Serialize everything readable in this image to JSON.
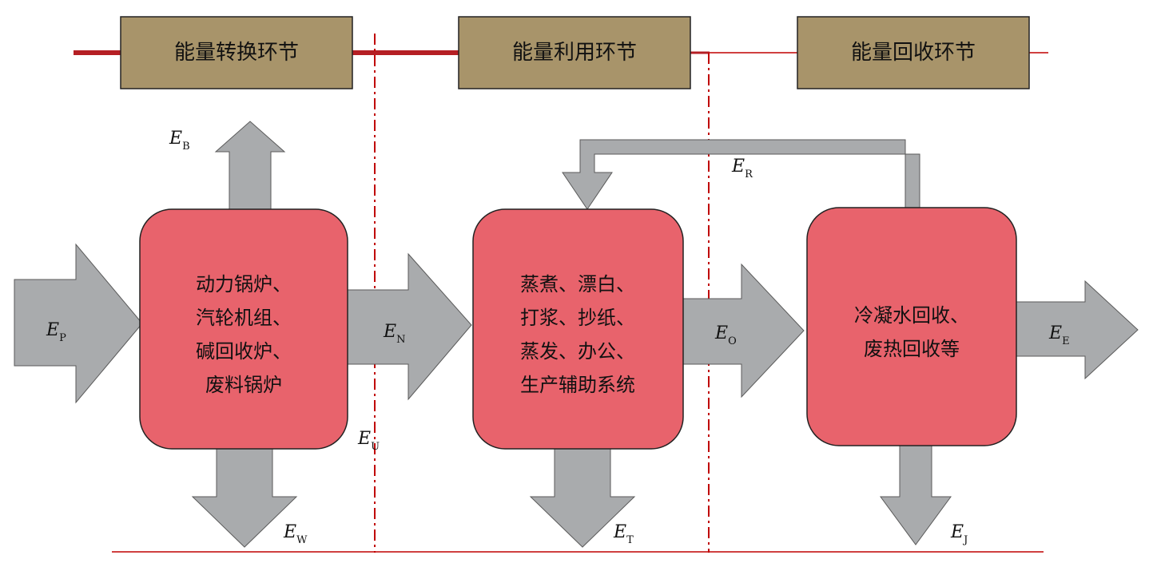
{
  "stages": [
    {
      "id": "conversion",
      "label": "能量转换环节"
    },
    {
      "id": "utilization",
      "label": "能量利用环节"
    },
    {
      "id": "recovery",
      "label": "能量回收环节"
    }
  ],
  "processes": [
    {
      "id": "conversion",
      "lines": [
        "动力锅炉、",
        "汽轮机组、",
        "碱回收炉、",
        "废料锅炉"
      ]
    },
    {
      "id": "utilization",
      "lines": [
        "蒸煮、漂白、",
        "打浆、抄纸、",
        "蒸发、办公、",
        "生产辅助系统"
      ]
    },
    {
      "id": "recovery",
      "lines": [
        "冷凝水回收、",
        "废热回收等"
      ]
    }
  ],
  "flows": {
    "EP": {
      "main": "E",
      "sub": "P"
    },
    "EB": {
      "main": "E",
      "sub": "B"
    },
    "EW": {
      "main": "E",
      "sub": "W"
    },
    "EU": {
      "main": "E",
      "sub": "U"
    },
    "EN": {
      "main": "E",
      "sub": "N"
    },
    "ET": {
      "main": "E",
      "sub": "T"
    },
    "ER": {
      "main": "E",
      "sub": "R"
    },
    "EO": {
      "main": "E",
      "sub": "O"
    },
    "EJ": {
      "main": "E",
      "sub": "J"
    },
    "EE": {
      "main": "E",
      "sub": "E"
    }
  },
  "colors": {
    "stage_fill": "#a8946a",
    "process_fill": "#e8636c",
    "arrow_fill": "#a9abad",
    "line_red": "#b51f24"
  }
}
